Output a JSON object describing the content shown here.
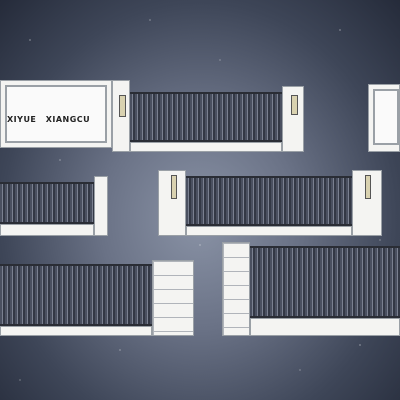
{
  "sign": {
    "word_1": "XIYUE",
    "word_2": "XIANGCU"
  },
  "panels": [
    {
      "name": "gate-panel-1"
    },
    {
      "name": "gate-panel-2"
    },
    {
      "name": "gate-panel-3"
    },
    {
      "name": "gate-panel-4"
    },
    {
      "name": "gate-panel-5"
    },
    {
      "name": "gate-panel-6"
    }
  ]
}
